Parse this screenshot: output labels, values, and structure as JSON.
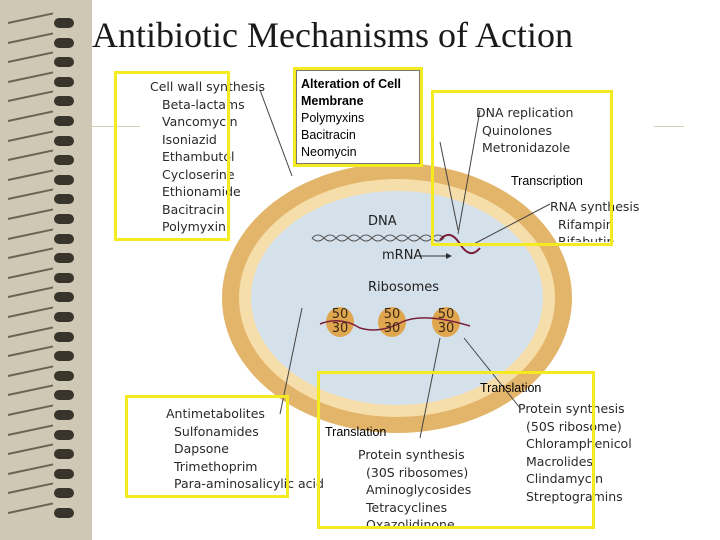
{
  "title": "Antibiotic Mechanisms of Action",
  "cell": {
    "dna_label": "DNA",
    "mrna_label": "mRNA",
    "ribosomes_label": "Ribosomes",
    "ribosomes": [
      {
        "large": "50",
        "small": "30"
      },
      {
        "large": "50",
        "small": "30"
      },
      {
        "large": "50",
        "small": "30"
      }
    ]
  },
  "groups": {
    "cell_wall": {
      "heading": "Cell wall synthesis",
      "items": [
        "Beta-lactams",
        "Vancomycin",
        "Isoniazid",
        "Ethambutol",
        "Cycloserine",
        "Ethionamide",
        "Bacitracin",
        "Polymyxin"
      ]
    },
    "dna_replication": {
      "heading": "DNA replication",
      "items": [
        "Quinolones",
        "Metronidazole"
      ]
    },
    "rna_synthesis": {
      "heading": "RNA synthesis",
      "items": [
        "Rifampin",
        "Rifabutin"
      ]
    },
    "protein_50s": {
      "heading": "Protein synthesis",
      "items": [
        "(50S ribosome)",
        "Chloramphenicol",
        "Macrolides",
        "Clindamycin",
        "Streptogramins"
      ]
    },
    "antimetabolites": {
      "heading": "Antimetabolites",
      "items": [
        "Sulfonamides",
        "Dapsone",
        "Trimethoprim",
        "Para-aminosalicylic acid"
      ]
    },
    "protein_30s": {
      "heading": "Protein synthesis",
      "items": [
        "(30S ribosomes)",
        "Aminoglycosides",
        "Tetracyclines",
        "Oxazolidinone"
      ]
    }
  },
  "callouts": {
    "membrane": {
      "heading_line1": "Alteration of Cell",
      "heading_line2": "Membrane",
      "items": [
        "Polymyxins",
        "Bacitracin",
        "Neomycin"
      ]
    },
    "transcription": "Transcription",
    "translation_right": "Translation",
    "translation_left": "Translation"
  },
  "colors": {
    "highlight": "#f3ea1f",
    "outer_wall": "#e3b56a",
    "inner_membrane": "#f6deaa",
    "cytoplasm": "#d4e0ea",
    "ribosome": "#e0a64f"
  }
}
